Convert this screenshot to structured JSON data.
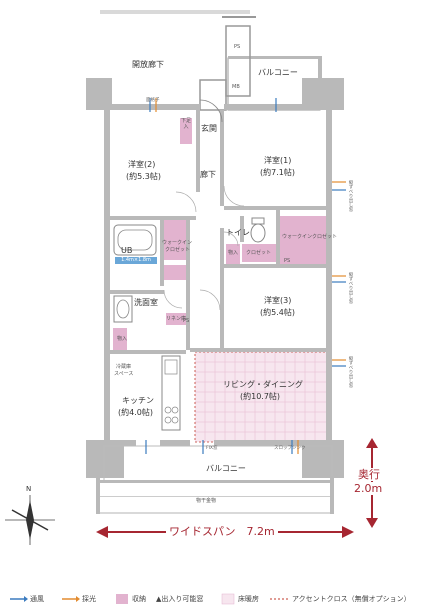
{
  "colors": {
    "wall": "#b9b9b9",
    "accent_pink": "#e2b3cf",
    "floor_heating": "#f7e6ef",
    "red": "#a62631",
    "bath_blue": "#6aa7d8"
  },
  "labels": {
    "corridor": "開放廊下",
    "balcony_top": "バルコニー",
    "ps1": "PS",
    "mb": "MB",
    "shoe_storage": "下足入",
    "entrance": "玄関",
    "hallway": "廊下",
    "room2_name": "洋室(2)",
    "room2_size": "(約5.3帖)",
    "room1_name": "洋室(1)",
    "room1_size": "(約7.1帖)",
    "toilet": "トイレ",
    "wic": "ウォークインクロゼット",
    "wic2_line1": "ウォークイン",
    "wic2_line2": "クロゼット",
    "closet": "クロゼット",
    "storage": "物入",
    "ps2": "PS",
    "ps3": "PS",
    "ub": "UB",
    "ub_size": "1.4m×1.8m",
    "washroom": "洗面室",
    "linen": "リネン庫",
    "storage2": "物入",
    "fridge_line1": "冷蔵庫",
    "fridge_line2": "スペース",
    "room3_name": "洋室(3)",
    "room3_size": "(約5.4帖)",
    "kitchen_name": "キッチン",
    "kitchen_size": "(約4.0帖)",
    "living_name": "リビング・ダイニング",
    "living_size": "(約10.7帖)",
    "balcony_bottom": "バルコニー",
    "drying": "物干金物",
    "slop_sink": "スロップシンク",
    "fix": "FIX窓",
    "window_side1": "縦すべり出し窓",
    "window_side2": "縦すべり出し窓",
    "window_side3": "縦すべり出し窓",
    "window_top": "面格子",
    "depth_label": "奥行",
    "depth_value": "2.0m",
    "wide_span": "ワイドスパン　7.2m",
    "north": "N"
  },
  "legend": {
    "ventilation": "通風",
    "daylight": "採光",
    "storage": "収納",
    "access": "▲出入り可能窓",
    "floor_heating": "床暖房",
    "accent_cloth": "アクセントクロス（無償オプション）"
  }
}
